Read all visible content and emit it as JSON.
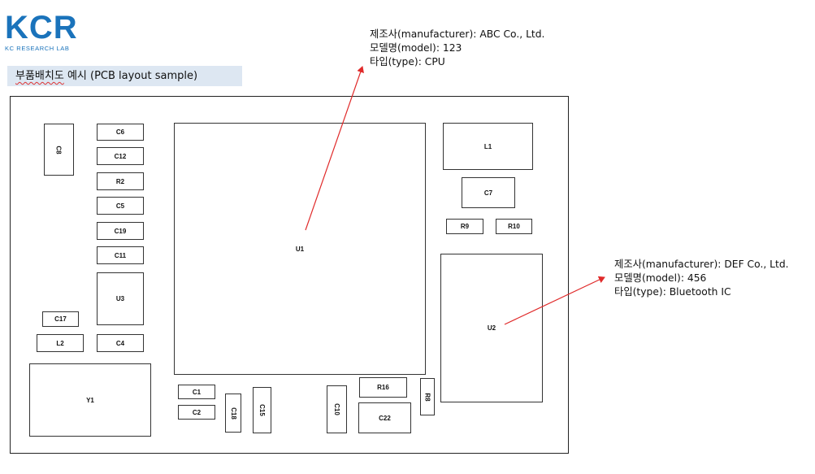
{
  "logo": {
    "mark": "KCR",
    "subtitle": "KC Research Lab",
    "color": "#1a73bb"
  },
  "title": {
    "korean": "부품배치도",
    "rest": " 예시 (PCB layout sample)"
  },
  "components": {
    "C6": "C6",
    "C12": "C12",
    "R2": "R2",
    "C5": "C5",
    "C19": "C19",
    "C11": "C11",
    "U3": "U3",
    "C8": "C8",
    "C17": "C17",
    "L2": "L2",
    "C4": "C4",
    "Y1": "Y1",
    "U1": "U1",
    "C1": "C1",
    "C2": "C2",
    "C18": "C18",
    "C15": "C15",
    "C10": "C10",
    "R16": "R16",
    "C22": "C22",
    "R8": "R8",
    "L1": "L1",
    "C7": "C7",
    "R9": "R9",
    "R10": "R10",
    "U2": "U2"
  },
  "annotations": {
    "u1": {
      "manufacturer": "제조사(manufacturer): ABC Co., Ltd.",
      "model": "모델명(model): 123",
      "type": "타입(type): CPU"
    },
    "u2": {
      "manufacturer": "제조사(manufacturer): DEF Co., Ltd.",
      "model": "모델명(model): 456",
      "type": "타입(type): Bluetooth IC"
    }
  },
  "colors": {
    "arrow": "#e02a2a",
    "title_background": "#dde7f2",
    "board_outline": "#222222"
  }
}
